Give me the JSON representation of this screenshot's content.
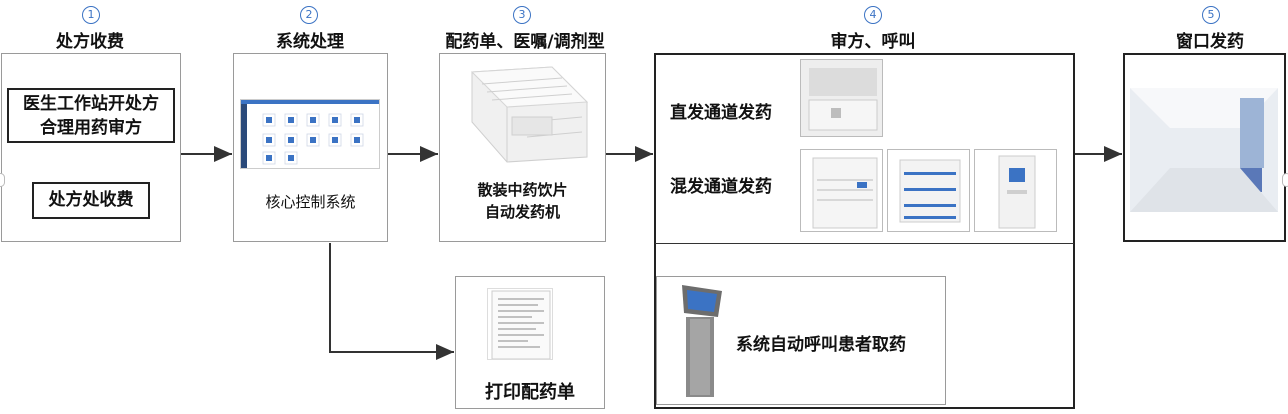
{
  "steps": [
    {
      "num": "1",
      "title": "处方收费"
    },
    {
      "num": "2",
      "title": "系统处理"
    },
    {
      "num": "3",
      "title": "配药单、医嘱/调剂型"
    },
    {
      "num": "4",
      "title": "审方、呼叫"
    },
    {
      "num": "5",
      "title": "窗口发药"
    }
  ],
  "step1": {
    "box1_line1": "医生工作站开处方",
    "box1_line2": "合理用药审方",
    "box2": "处方处收费"
  },
  "step2": {
    "caption": "核心控制系统"
  },
  "step3": {
    "caption_line1": "散装中药饮片",
    "caption_line2": "自动发药机"
  },
  "step4": {
    "direct": "直发通道发药",
    "mixed": "混发通道发药",
    "call": "系统自动呼叫患者取药"
  },
  "print": {
    "caption": "打印配药单"
  },
  "colors": {
    "accent": "#3b73c4",
    "line": "#333333"
  }
}
